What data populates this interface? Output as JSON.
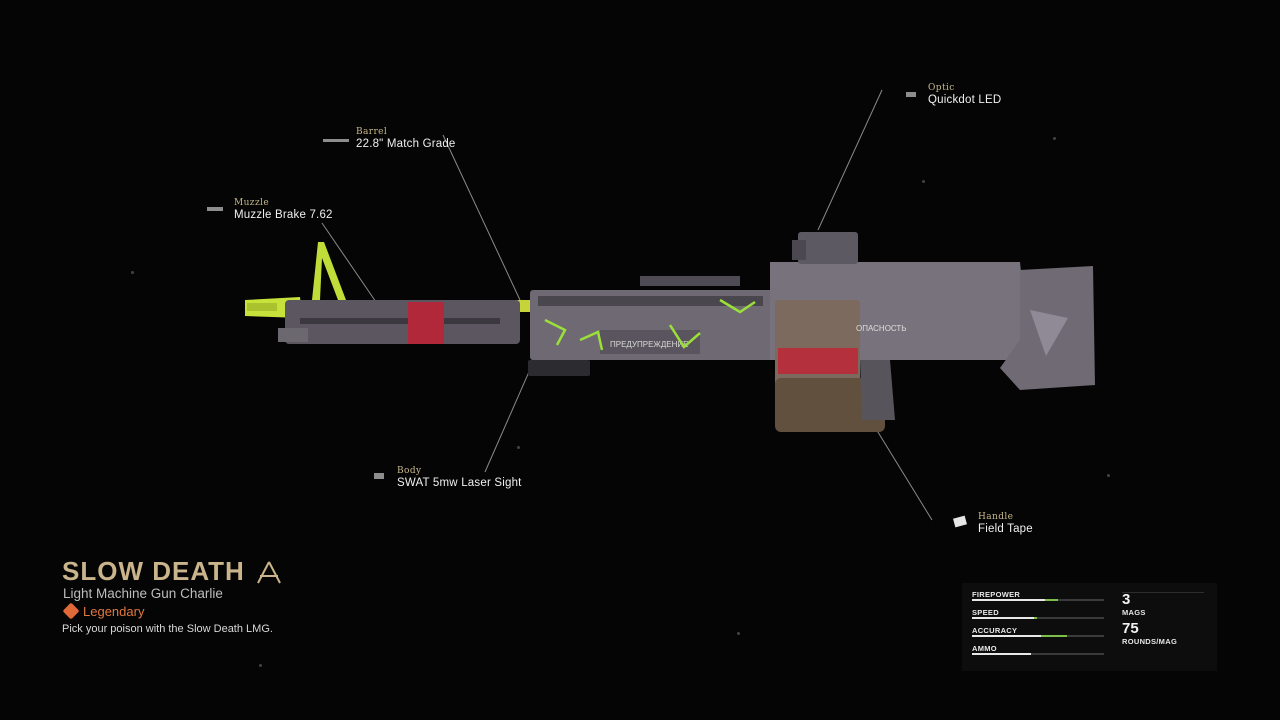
{
  "attachments": [
    {
      "key": "optic",
      "category": "Optic",
      "name": "Quickdot LED",
      "icon": "optic-icon"
    },
    {
      "key": "barrel",
      "category": "Barrel",
      "name": "22.8\" Match Grade",
      "icon": "barrel-icon"
    },
    {
      "key": "muzzle",
      "category": "Muzzle",
      "name": "Muzzle Brake 7.62",
      "icon": "muzzle-icon"
    },
    {
      "key": "body",
      "category": "Body",
      "name": "SWAT 5mw Laser Sight",
      "icon": "laser-icon"
    },
    {
      "key": "handle",
      "category": "Handle",
      "name": "Field Tape",
      "icon": "tape-icon"
    }
  ],
  "weapon": {
    "name": "SLOW DEATH",
    "class": "Light Machine Gun Charlie",
    "rarity": "Legendary",
    "description": "Pick your poison with the Slow Death LMG.",
    "rarity_color": "#e2773f",
    "name_color": "#c9b48b"
  },
  "decal_text": {
    "warning": "ПРЕДУПРЕЖДЕНИЕ",
    "danger": "ОПАСНОСТЬ"
  },
  "stats": [
    {
      "label": "FIREPOWER",
      "value": 0.55,
      "gain": 0.1
    },
    {
      "label": "SPEED",
      "value": 0.47,
      "gain": 0.02
    },
    {
      "label": "ACCURACY",
      "value": 0.52,
      "gain": 0.2
    },
    {
      "label": "AMMO",
      "value": 0.45,
      "gain": 0.0
    }
  ],
  "magazine": {
    "mags": "3",
    "mags_label": "MAGS",
    "rounds": "75",
    "rounds_label": "ROUNDS/MAG"
  },
  "colors": {
    "accent_green": "#7cc04a",
    "toxic_green": "#9be03a",
    "category_gold": "#c8b98a"
  }
}
